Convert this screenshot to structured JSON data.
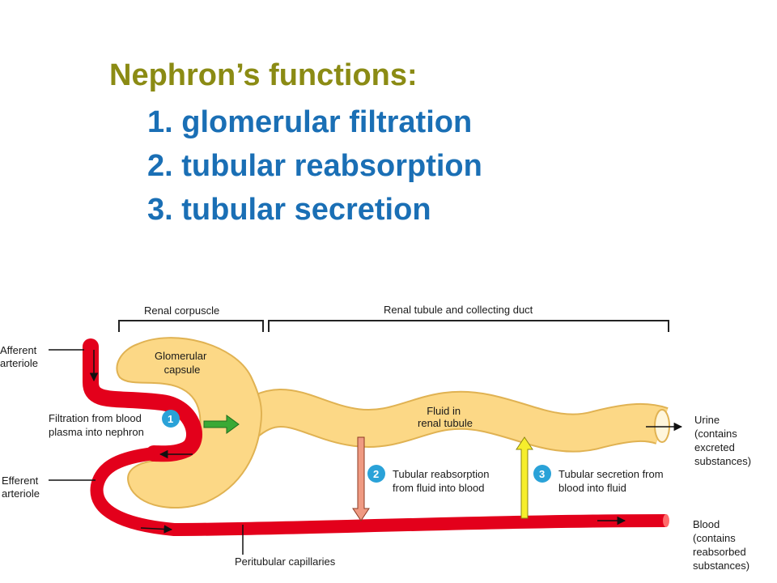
{
  "title": "Nephron’s functions:",
  "functions": [
    "1. glomerular filtration",
    "2. tubular reabsorption",
    "3. tubular secretion"
  ],
  "diagram": {
    "renal_corpuscle": "Renal corpuscle",
    "renal_tubule": "Renal tubule and collecting duct",
    "afferent": [
      "Afferent",
      "arteriole"
    ],
    "efferent": [
      "Efferent",
      "arteriole"
    ],
    "glomerular_capsule": [
      "Glomerular",
      "capsule"
    ],
    "filtration": [
      "Filtration from blood",
      "plasma into nephron"
    ],
    "fluid": [
      "Fluid in",
      "renal tubule"
    ],
    "reabsorption": [
      "Tubular reabsorption",
      "from fluid into blood"
    ],
    "secretion": [
      "Tubular secretion from",
      "blood into fluid"
    ],
    "urine": [
      "Urine",
      "(contains",
      "excreted",
      "substances)"
    ],
    "blood": [
      "Blood",
      "(contains",
      "reabsorbed",
      "substances)"
    ],
    "peritubular": "Peritubular capillaries",
    "step_numbers": [
      "1",
      "2",
      "3"
    ],
    "colors": {
      "vessel": "#e3001b",
      "tubule": "#fcd886",
      "tubule_edge": "#e0b252",
      "badge": "#2aa2d8",
      "filtration_arrow": "#3aa935",
      "reabsorption_arrow": "#ef9a82",
      "secretion_arrow": "#f6ee2c"
    }
  }
}
